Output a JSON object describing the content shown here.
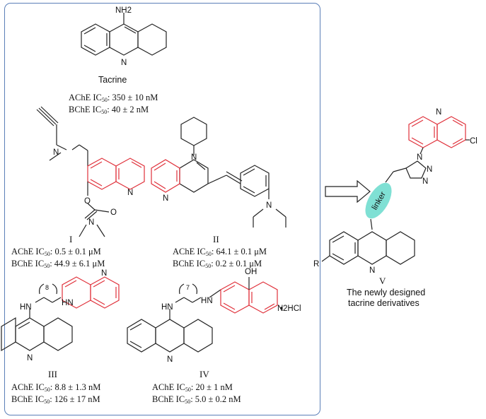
{
  "tacrine": {
    "name": "Tacrine",
    "nh2": "NH2",
    "n": "N",
    "ache": {
      "prefix": "AChE IC",
      "sub": "50",
      "value": ": 350 ±  10  nM"
    },
    "bche": {
      "prefix": "BChE IC",
      "sub": "50",
      "value": ": 40 ±  2  nM"
    }
  },
  "compound_I": {
    "label": "I",
    "atoms": {
      "n": "N",
      "o": "O",
      "n2": "N",
      "o2": "O",
      "n3": "N"
    },
    "ache": {
      "prefix": "AChE IC",
      "sub": "50",
      "value": ": 0.5 ±  0.1  μM"
    },
    "bche": {
      "prefix": "BChE IC",
      "sub": "50",
      "value": ": 44.9 ±  6.1  μM"
    }
  },
  "compound_II": {
    "label": "II",
    "atoms": {
      "n": "N",
      "n2": "N",
      "n3": "N"
    },
    "ache": {
      "prefix": "AChE IC",
      "sub": "50",
      "value": ": 64.1 ±  0.1  μM"
    },
    "bche": {
      "prefix": "BChE IC",
      "sub": "50",
      "value": ": 0.2 ±  0.1  μM"
    }
  },
  "compound_III": {
    "label": "III",
    "atoms": {
      "hn": "HN",
      "n": "N",
      "h": "H",
      "n2": "N",
      "n3": "N",
      "count": "8"
    },
    "ache": {
      "prefix": "AChE IC",
      "sub": "50",
      "value": ": 8.8 ±  1.3 nM"
    },
    "bche": {
      "prefix": "BChE IC",
      "sub": "50",
      "value": ": 126 ±  17 nM"
    }
  },
  "compound_IV": {
    "label": "IV",
    "atoms": {
      "hn": "HN",
      "h": "H",
      "n": "N",
      "oh": "OH",
      "n2": "N",
      "count": "7",
      "salt": "•2HCl"
    },
    "ache": {
      "prefix": "AChE IC",
      "sub": "50",
      "value": ": 20 ±  1 nM"
    },
    "bche": {
      "prefix": "BChE IC",
      "sub": "50",
      "value": ": 5.0 ±  0.2 nM"
    }
  },
  "compound_V": {
    "label": "V",
    "linker": "linker",
    "atoms": {
      "n": "N",
      "n1": "N",
      "n2": "N",
      "n3": "N",
      "cl": "Cl",
      "r": "R",
      "n4": "N"
    },
    "caption_line1": "The newly designed",
    "caption_line2": "tacrine derivatives"
  },
  "colors": {
    "highlight_ring": "#e0303a",
    "linker_fill": "#7fe0d4",
    "panel_border": "#5b7fb8"
  }
}
